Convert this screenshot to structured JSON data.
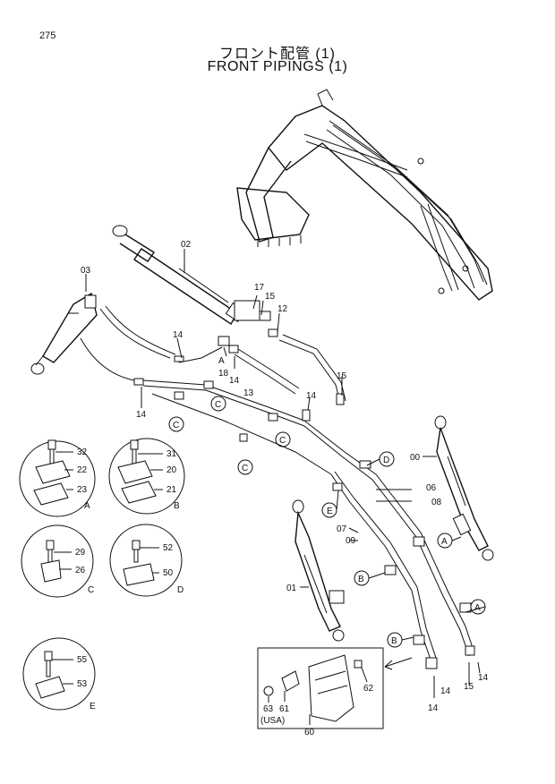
{
  "page_number": "275",
  "title_jp": "フロント配管  (1)",
  "title_en": "FRONT PIPINGS (1)",
  "callouts": {
    "c02": "02",
    "c03": "03",
    "c17": "17",
    "c15a": "15",
    "c12": "12",
    "c14a": "14",
    "c18": "18",
    "c14b": "14",
    "c13": "13",
    "c15b": "15",
    "c14c": "14",
    "c14d": "14",
    "c00": "00",
    "c06": "06",
    "c08": "08",
    "c07": "07",
    "c09": "09",
    "c01": "01",
    "c14e": "14",
    "c15c": "15",
    "c14f": "14",
    "c14g": "14",
    "c62": "62",
    "c63": "63",
    "c61": "61",
    "c60": "60",
    "cA": "A"
  },
  "clamp_sets": [
    {
      "id": "A",
      "parts": [
        "32",
        "22",
        "23"
      ]
    },
    {
      "id": "B",
      "parts": [
        "31",
        "20",
        "21"
      ]
    },
    {
      "id": "C",
      "parts": [
        "29",
        "26"
      ]
    },
    {
      "id": "D",
      "parts": [
        "52",
        "50"
      ]
    },
    {
      "id": "E",
      "parts": [
        "55",
        "53"
      ]
    }
  ],
  "circle_refs": {
    "r1": "C",
    "r2": "C",
    "r3": "C",
    "r4": "C",
    "r5": "D",
    "r6": "E",
    "r7": "A",
    "r8": "B",
    "r9": "A",
    "r10": "B"
  },
  "inset_label": "(USA)"
}
